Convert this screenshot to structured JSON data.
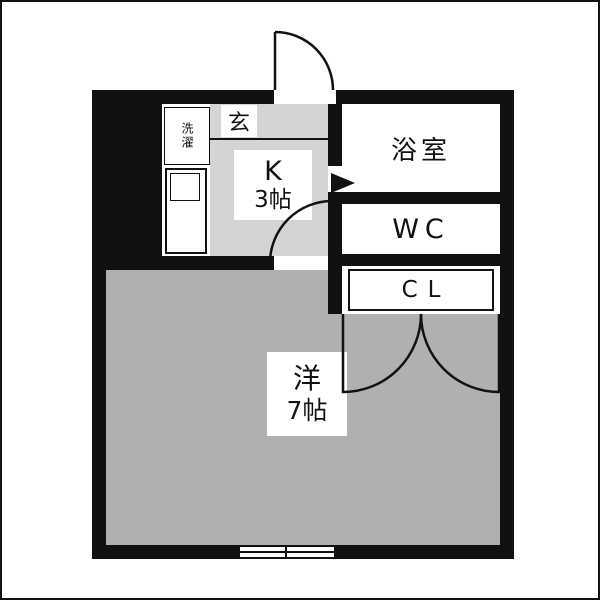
{
  "floorplan": {
    "labels": {
      "entrance": "玄",
      "laundry": "洗濯",
      "kitchen_name": "K",
      "kitchen_size": "3帖",
      "bath": "浴室",
      "toilet": "WC",
      "closet": "CL",
      "room_name": "洋",
      "room_size": "7帖"
    },
    "colors": {
      "wall": "#111111",
      "kitchen_floor": "#d4d4d4",
      "room_floor": "#b0b0b0",
      "room_background": "#ffffff"
    }
  }
}
